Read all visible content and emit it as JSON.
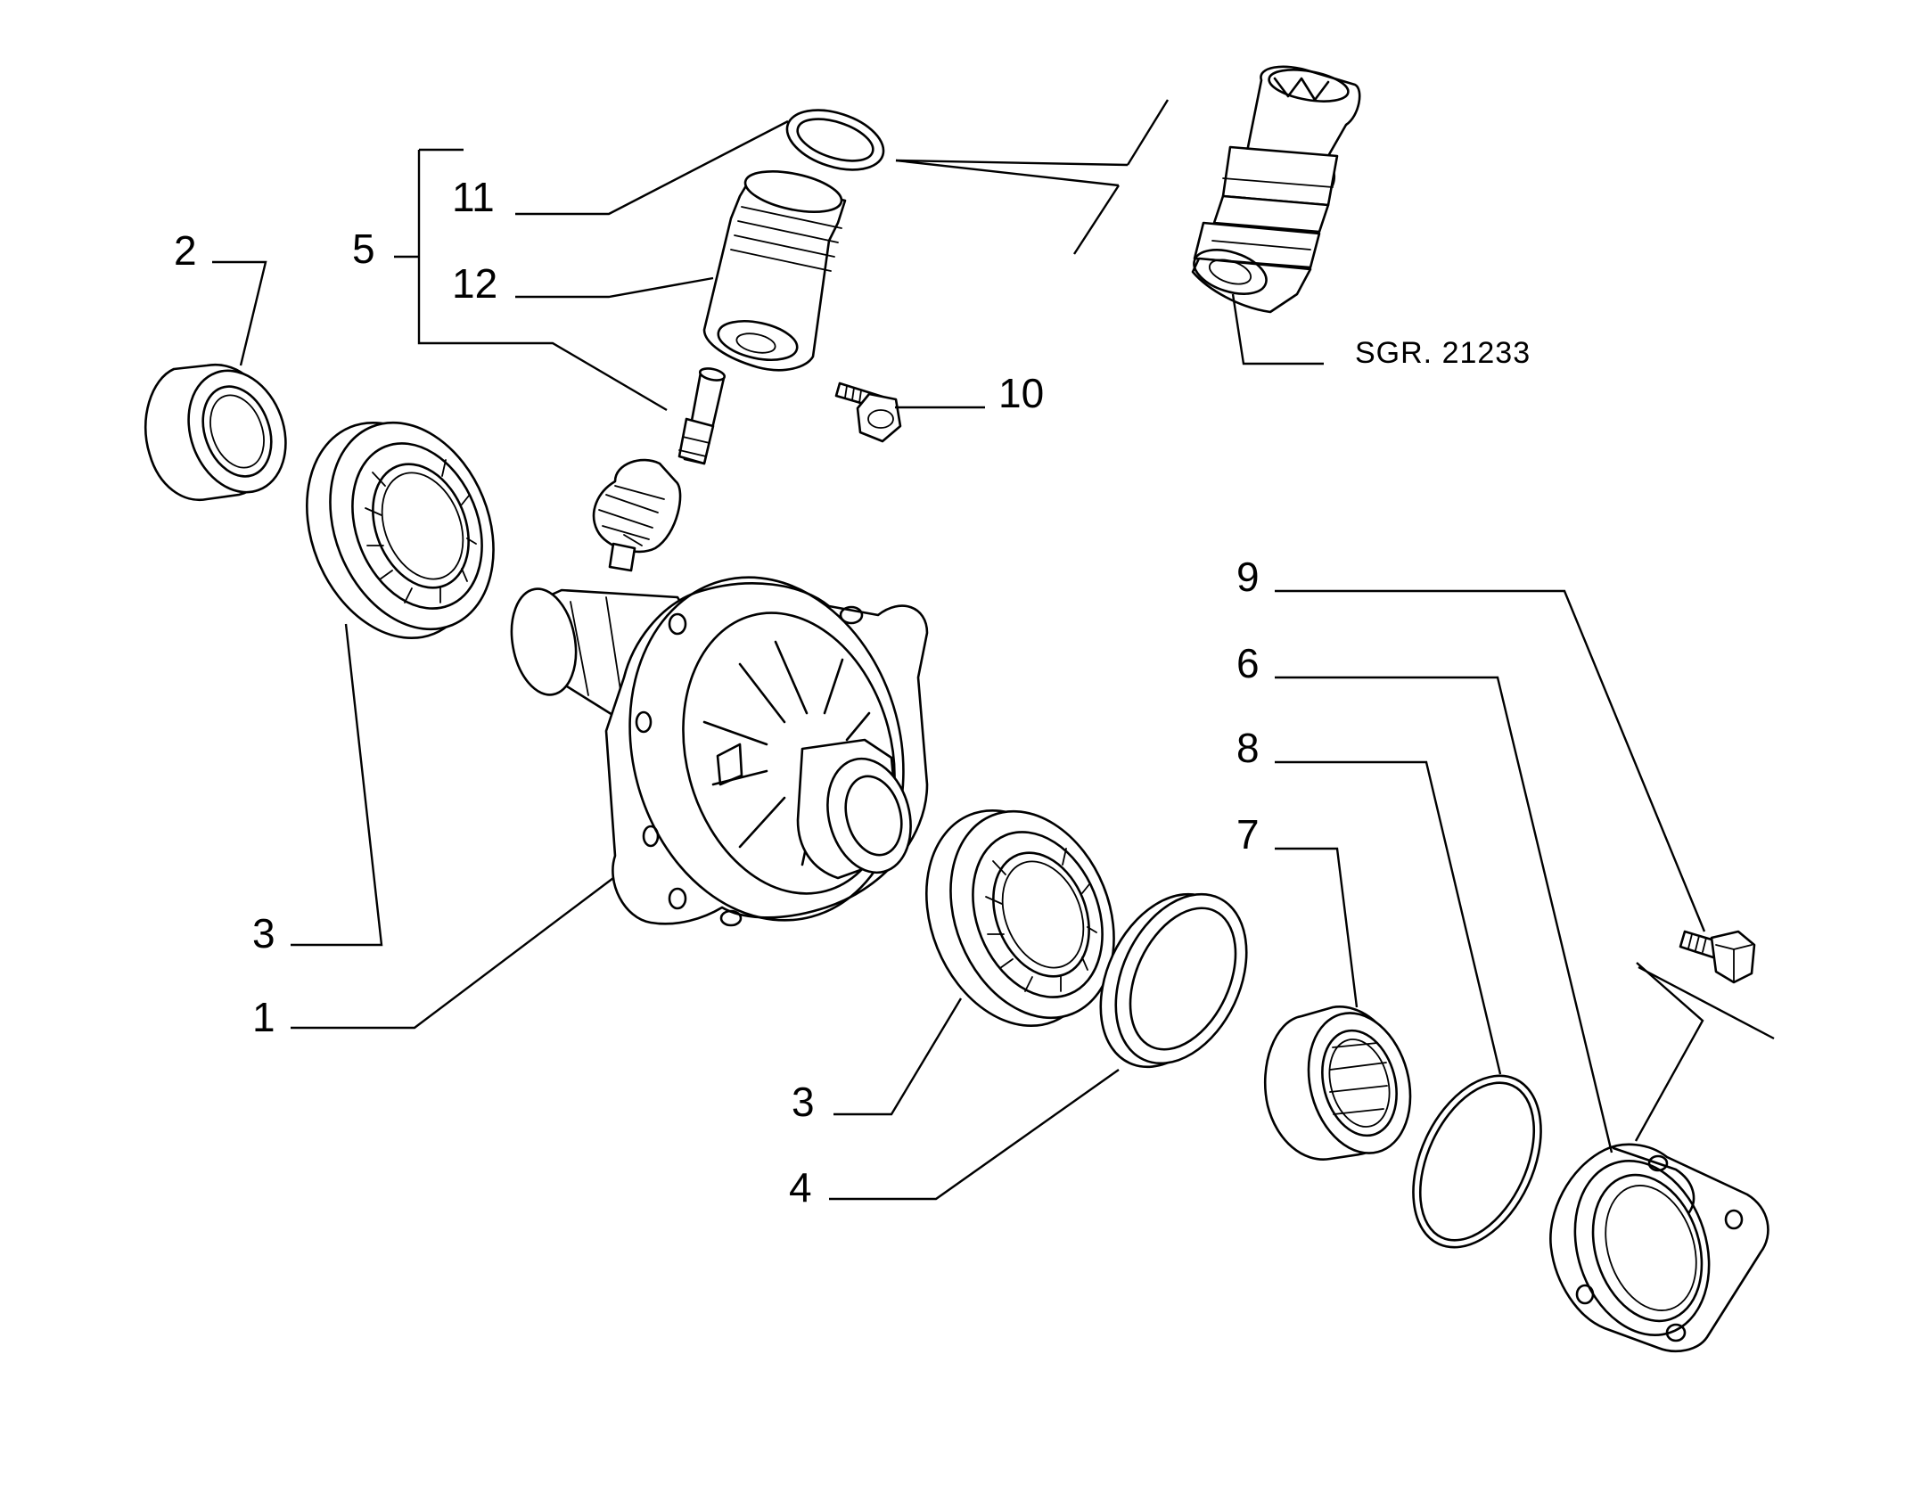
{
  "callouts": {
    "c1": "1",
    "c2": "2",
    "c3a": "3",
    "c3b": "3",
    "c4": "4",
    "c5": "5",
    "c6": "6",
    "c7": "7",
    "c8": "8",
    "c9": "9",
    "c10": "10",
    "c11": "11",
    "c12": "12"
  },
  "reference": "SGR. 21233",
  "colors": {
    "ink": "#000000",
    "paper": "#ffffff"
  }
}
